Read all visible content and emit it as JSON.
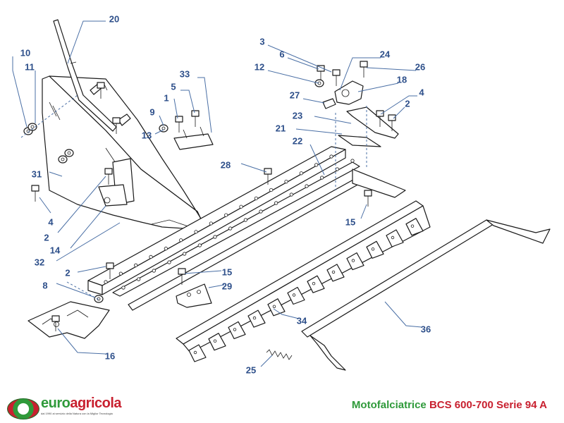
{
  "diagram": {
    "callouts": [
      "20",
      "10",
      "11",
      "3",
      "6",
      "24",
      "26",
      "12",
      "18",
      "33",
      "5",
      "1",
      "9",
      "13",
      "27",
      "4",
      "2",
      "23",
      "21",
      "22",
      "28",
      "31",
      "4",
      "2",
      "14",
      "32",
      "15",
      "2",
      "15",
      "8",
      "29",
      "34",
      "16",
      "25",
      "36"
    ]
  },
  "footer": {
    "logo_part1": "euro",
    "logo_part2": "agricola",
    "logo_tagline": "dal 1990 al servizio della Natura con la Miglior Tecnologia",
    "title_part1": "Motofalciatrice",
    "title_part2": "BCS 600-700 Serie 94 A"
  },
  "colors": {
    "callout": "#2d4f8a",
    "leader": "#4a6fa5",
    "brand_green": "#2f9a3a",
    "brand_red": "#c8202f"
  }
}
